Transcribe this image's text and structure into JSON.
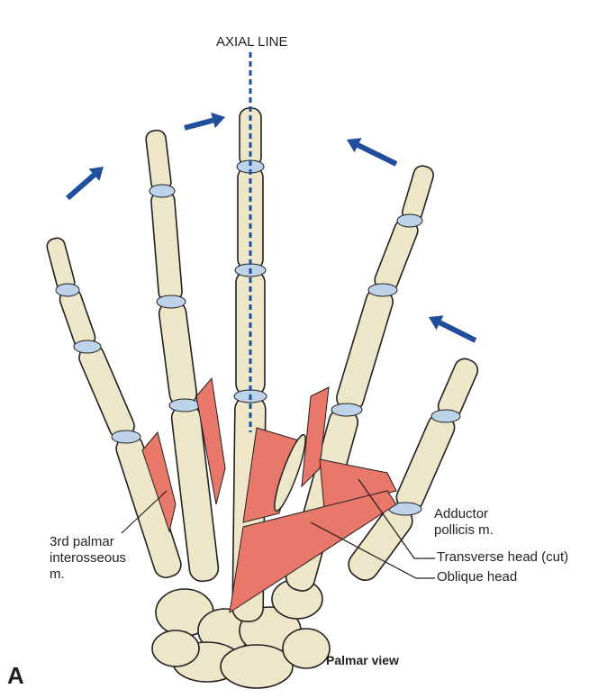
{
  "figure": {
    "axial_line_label": "AXIAL LINE",
    "panel_letter": "A",
    "view_label": "Palmar view",
    "labels": {
      "third_palmar_interosseous": [
        "3rd palmar",
        "interosseous",
        "m."
      ],
      "adductor_pollicis": [
        "Adductor",
        "pollicis m."
      ],
      "transverse_head": "Transverse head (cut)",
      "oblique_head": "Oblique head"
    },
    "colors": {
      "bone": "#ede6c8",
      "cartilage": "#bcd3ea",
      "muscle": "#e8786a",
      "arrow": "#1f4e9c",
      "outline": "#231f20"
    }
  }
}
